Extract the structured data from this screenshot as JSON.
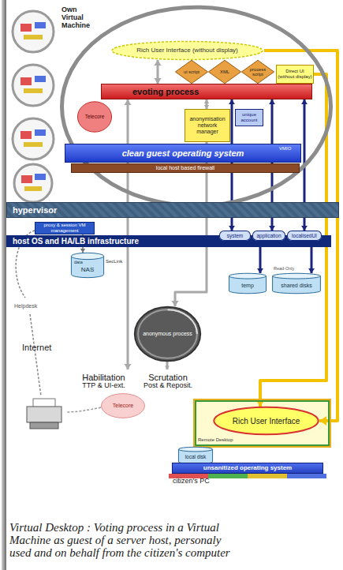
{
  "diagram": {
    "caption": "Virtual Desktop : Voting process in a Virtual Machine as guest of a server host, personaly used and on behalf from the citizen's computer",
    "nodes": [
      {
        "text": [
          "Own Virtual Machine"
        ]
      },
      {
        "text": [
          "Rich User Interface (without display)"
        ],
        "in": 0
      },
      {
        "text": [
          "ui script"
        ],
        "in": 0
      },
      {
        "text": [
          "XML"
        ],
        "in": 0
      },
      {
        "text": [
          "process script"
        ],
        "in": 0
      },
      {
        "text": [
          "Direct UI (without display)"
        ],
        "in": 0
      },
      {
        "text": [
          "evoting process"
        ],
        "in": 0
      },
      {
        "text": [
          "Telecore"
        ],
        "in": 0
      },
      {
        "text": [
          "anonymisation network manager"
        ],
        "in": 0
      },
      {
        "text": [
          "unique account"
        ],
        "in": 0
      },
      {
        "text": [
          "clean guest operating system",
          "VMIO"
        ],
        "in": 0
      },
      {
        "text": [
          "local host based firewall"
        ],
        "in": 0
      },
      {
        "text": [
          "hypervisor"
        ]
      },
      {
        "text": [
          "proxy & session VM management"
        ]
      },
      {
        "text": [
          "host OS and HA/LB infrastructure"
        ]
      },
      {
        "text": [
          "system"
        ],
        "in": 14
      },
      {
        "text": [
          "application"
        ],
        "in": 14
      },
      {
        "text": [
          "localisedUI"
        ],
        "in": 14
      },
      {
        "text": [
          "data",
          "NAS"
        ]
      },
      {
        "text": [
          "temp"
        ]
      },
      {
        "text": [
          "shared disks",
          "Read-Only"
        ]
      },
      {
        "text": [
          "anonymous process"
        ]
      },
      {
        "text": [
          "Habilitation",
          "TTP & UI-ext."
        ]
      },
      {
        "text": [
          "Scrutation",
          "Post & Reposit."
        ]
      },
      {
        "text": [
          "Telecore"
        ]
      },
      {
        "text": [
          "citizen's PC"
        ]
      },
      {
        "text": [
          "Remote Desktop"
        ],
        "in": 25
      },
      {
        "text": [
          "Rich User Interface"
        ],
        "in": 26
      },
      {
        "text": [
          "local disk"
        ],
        "in": 25
      },
      {
        "text": [
          "unsanitized operating system"
        ],
        "in": 25
      }
    ],
    "edges": [
      {
        "from": 1,
        "to": 27,
        "arrow": "to"
      },
      {
        "from": 5,
        "to": 27,
        "arrow": "to"
      },
      {
        "from": 1,
        "to": 6,
        "arrow": "both"
      },
      {
        "from": 6,
        "to": 8,
        "arrow": "both"
      },
      {
        "from": 6,
        "to": 15,
        "arrow": "both"
      },
      {
        "from": 6,
        "to": 16,
        "arrow": "both"
      },
      {
        "from": 6,
        "to": 17,
        "arrow": "both"
      },
      {
        "from": 16,
        "to": 19,
        "arrow": "both"
      },
      {
        "from": 17,
        "to": 20,
        "arrow": "both"
      },
      {
        "from": 6,
        "to": 22,
        "arrow": "both"
      },
      {
        "from": 8,
        "to": 21,
        "arrow": "to"
      },
      {
        "from": 21,
        "to": 23,
        "arrow": "to"
      },
      {
        "from": 13,
        "to": 18,
        "arrow": "to"
      }
    ],
    "labels": [
      "SecLink",
      "Helpdesk",
      "Internet"
    ]
  }
}
